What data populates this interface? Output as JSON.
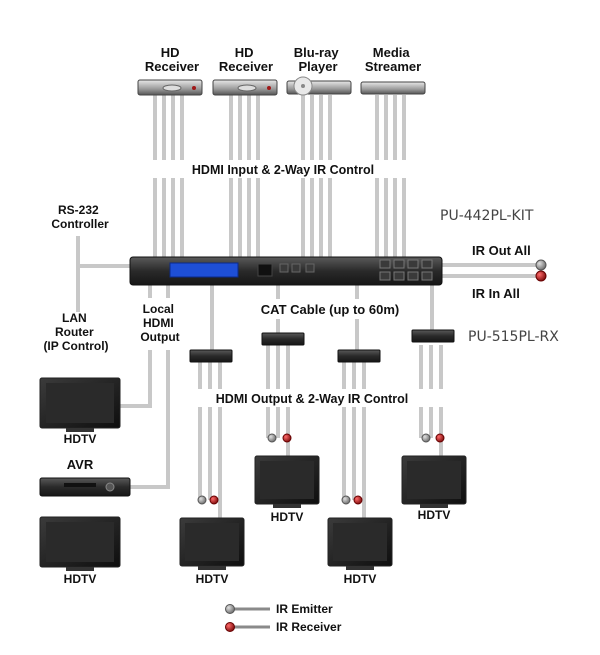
{
  "sources": {
    "hd_receiver_1": "HD\nReceiver",
    "hd_receiver_2": "HD\nReceiver",
    "bluray": "Blu-ray\nPlayer",
    "media_streamer": "Media\nStreamer"
  },
  "labels": {
    "hdmi_input": "HDMI Input & 2-Way IR Control",
    "rs232": "RS-232\nController",
    "kit_model": "PU-442PL-KIT",
    "ir_out_all": "IR Out All",
    "ir_in_all": "IR In All",
    "cat_cable": "CAT Cable (up to 60m)",
    "rx_model": "PU-515PL-RX",
    "lan_router": "LAN\nRouter\n(IP Control)",
    "local_hdmi": "Local\nHDMI\nOutput",
    "hdmi_output": "HDMI Output & 2-Way IR Control",
    "avr": "AVR",
    "hdtv": "HDTV"
  },
  "legend": {
    "ir_emitter": "IR Emitter",
    "ir_receiver": "IR Receiver"
  },
  "lcd_text": "",
  "colors": {
    "wire": "#c8c8c8",
    "wire_dark": "#8a8a8a",
    "emitter": "#9a9a9a",
    "receiver": "#a01818",
    "device": "#2c2c2c",
    "lcd": "#1e4fd6"
  }
}
